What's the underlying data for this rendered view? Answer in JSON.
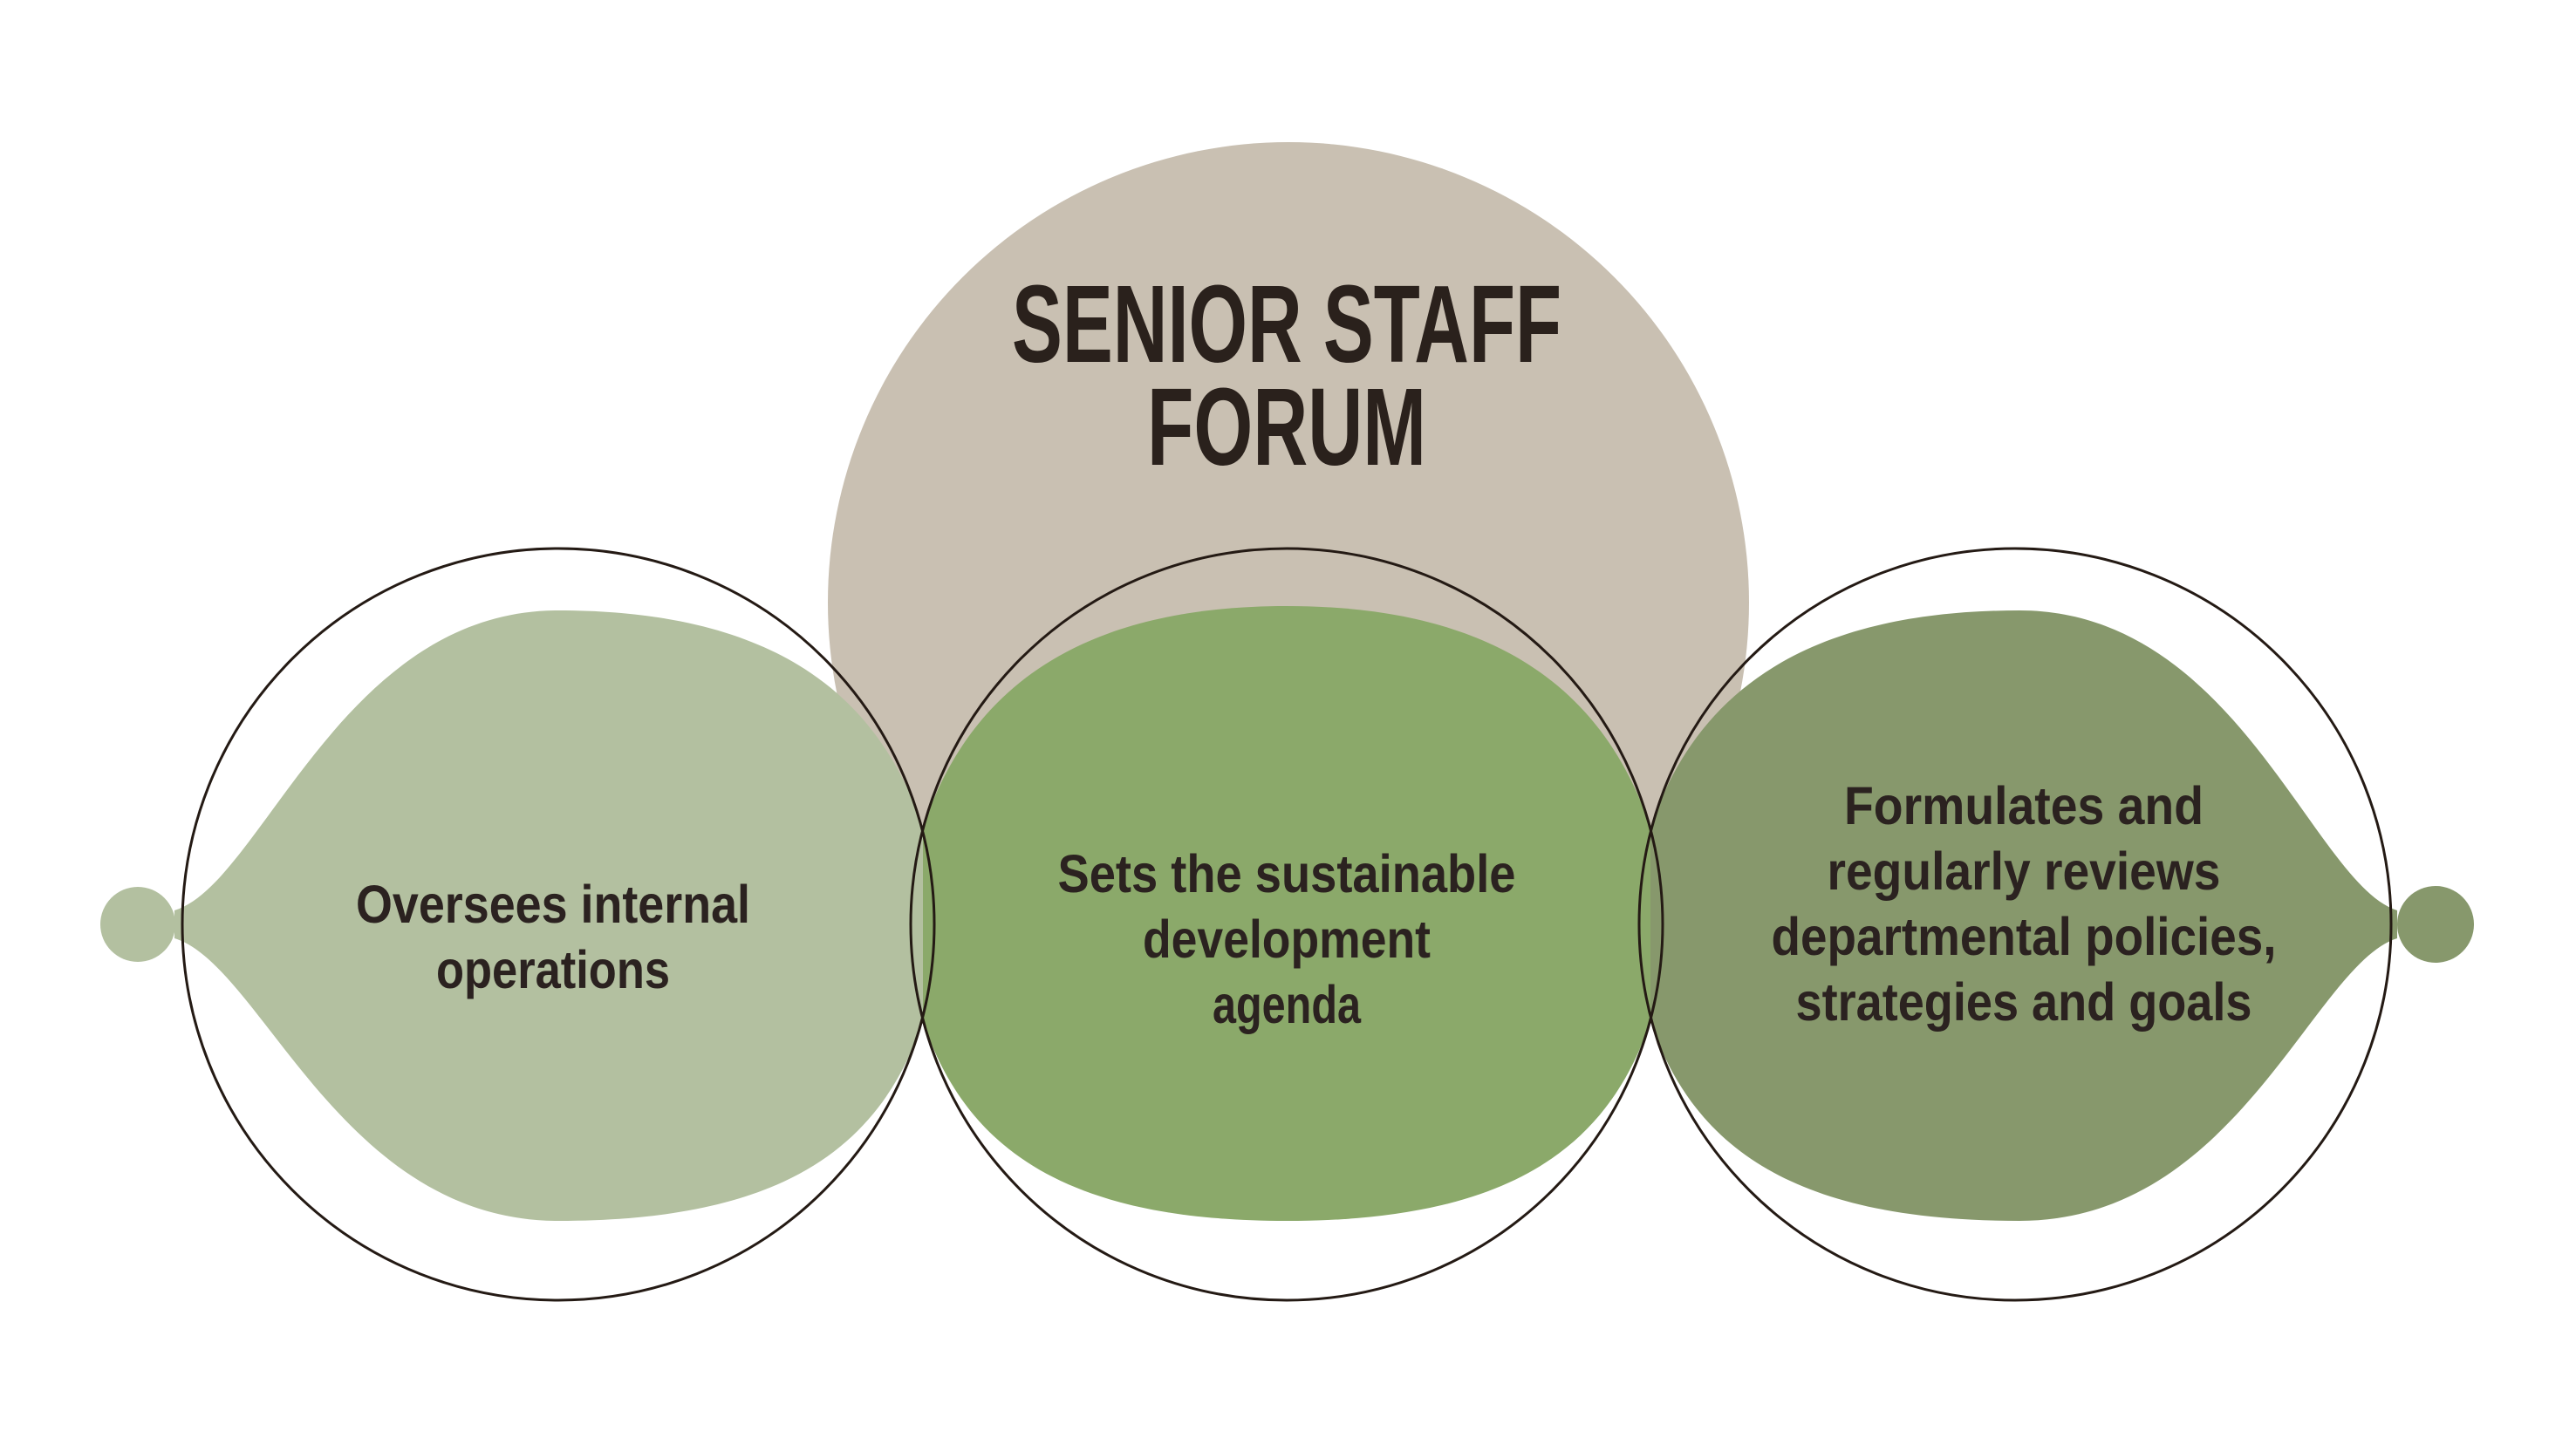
{
  "diagram": {
    "title": {
      "line1": "SENIOR STAFF",
      "line2": "FORUM"
    },
    "hub": {
      "name": "Senior Staff Forum",
      "color": "#c9c0b2"
    },
    "nodes": [
      {
        "id": "internal-operations",
        "color": "#b3c0a0",
        "lines": [
          "Oversees internal",
          "operations"
        ]
      },
      {
        "id": "sustainable-development-agenda",
        "color": "#8ba96a",
        "lines": [
          "Sets the sustainable",
          "development",
          "agenda"
        ]
      },
      {
        "id": "departmental-policies",
        "color": "#87986c",
        "lines": [
          "Formulates and",
          "regularly reviews",
          "departmental policies,",
          "strategies and goals"
        ]
      }
    ],
    "colors": {
      "background": "#ffffff",
      "hub_fill": "#c9c0b2",
      "pod_left": "#b3c0a0",
      "pod_middle": "#8ba96a",
      "pod_right": "#87986c",
      "ring_outline": "#241a14",
      "title_text": "#2a211c",
      "body_text": "#2b2220"
    }
  }
}
